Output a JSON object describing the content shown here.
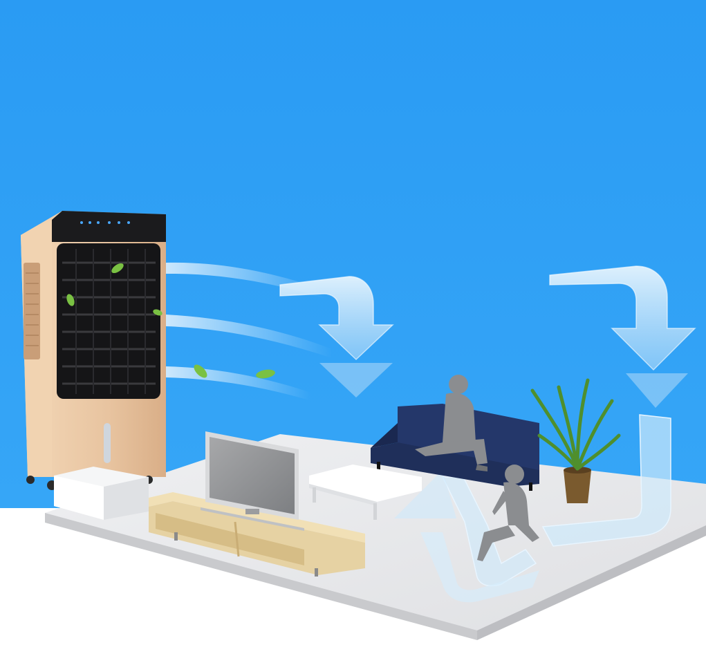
{
  "scene": {
    "colors": {
      "sky": "#2e9ff5",
      "floor": "#e7e8ea",
      "cooler_body": "#e8c4a0",
      "cooler_top": "#1b1b1d",
      "sofa": "#1f2f5a",
      "tv_cabinet": "#e6d2a3",
      "airflow": "#cfe9fb",
      "leaf": "#7ac143",
      "figure": "#8b8d90"
    },
    "objects": [
      "air-cooler",
      "white-side-table",
      "tv-stand",
      "television",
      "navy-sofa",
      "coffee-table",
      "potted-plant",
      "seated-figure",
      "reclining-figure",
      "airflow-arrows",
      "floating-leaves"
    ]
  }
}
